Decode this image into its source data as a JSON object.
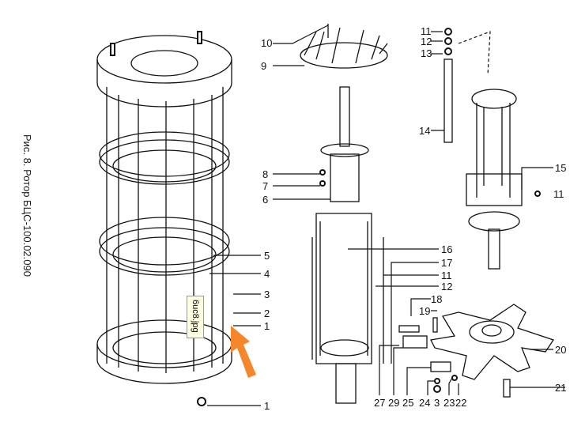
{
  "figure": {
    "caption": "Рис. 8. Ротор БЦС-100.02.090",
    "labels": [
      "10",
      "9",
      "11",
      "12",
      "13",
      "14",
      "15",
      "11",
      "8",
      "7",
      "6",
      "16",
      "17",
      "11",
      "12",
      "18",
      "19",
      "5",
      "4",
      "3",
      "2",
      "1",
      "1",
      "20",
      "21",
      "27",
      "29",
      "25",
      "24",
      "3",
      "23",
      "22"
    ]
  },
  "tooltip": {
    "filename": "6uc8.jpg"
  },
  "colors": {
    "ink": "#111111",
    "arrow": "#f5862a",
    "tooltip_bg": "#ffffe1"
  }
}
